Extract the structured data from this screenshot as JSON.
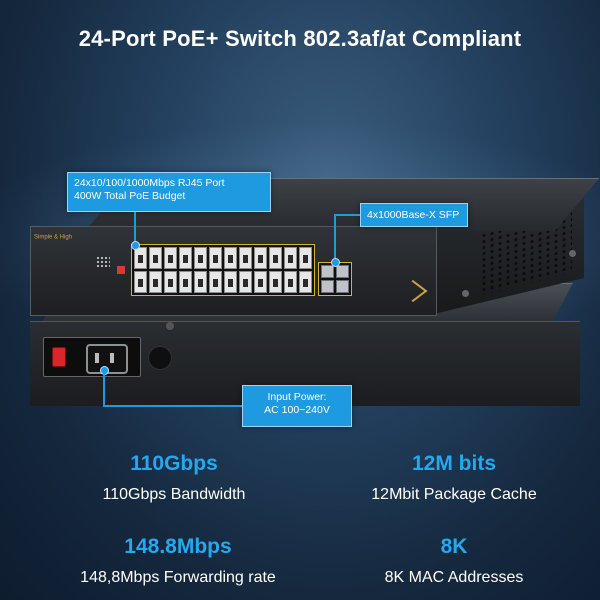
{
  "title": "24-Port PoE+ Switch 802.3af/at Compliant",
  "brand_logo_text": "Simple & High",
  "callouts": {
    "ports": {
      "line1": "24x10/100/1000Mbps RJ45 Port",
      "line2": "400W Total PoE Budget"
    },
    "sfp": {
      "text": "4x1000Base-X SFP"
    },
    "power": {
      "line1": "Input Power:",
      "line2": "AC 100~240V"
    }
  },
  "specs": [
    {
      "value": "110Gbps",
      "label": "110Gbps Bandwidth"
    },
    {
      "value": "12M bits",
      "label": "12Mbit Package Cache"
    },
    {
      "value": "148.8Mbps",
      "label": "148,8Mbps Forwarding rate"
    },
    {
      "value": "8K",
      "label": "8K MAC Addresses"
    }
  ],
  "colors": {
    "accent": "#1e9ae0",
    "spec_value": "#23a8f2",
    "port_frame": "#d4b42a"
  },
  "hardware": {
    "rj45_port_count": 24,
    "sfp_port_count": 4
  }
}
